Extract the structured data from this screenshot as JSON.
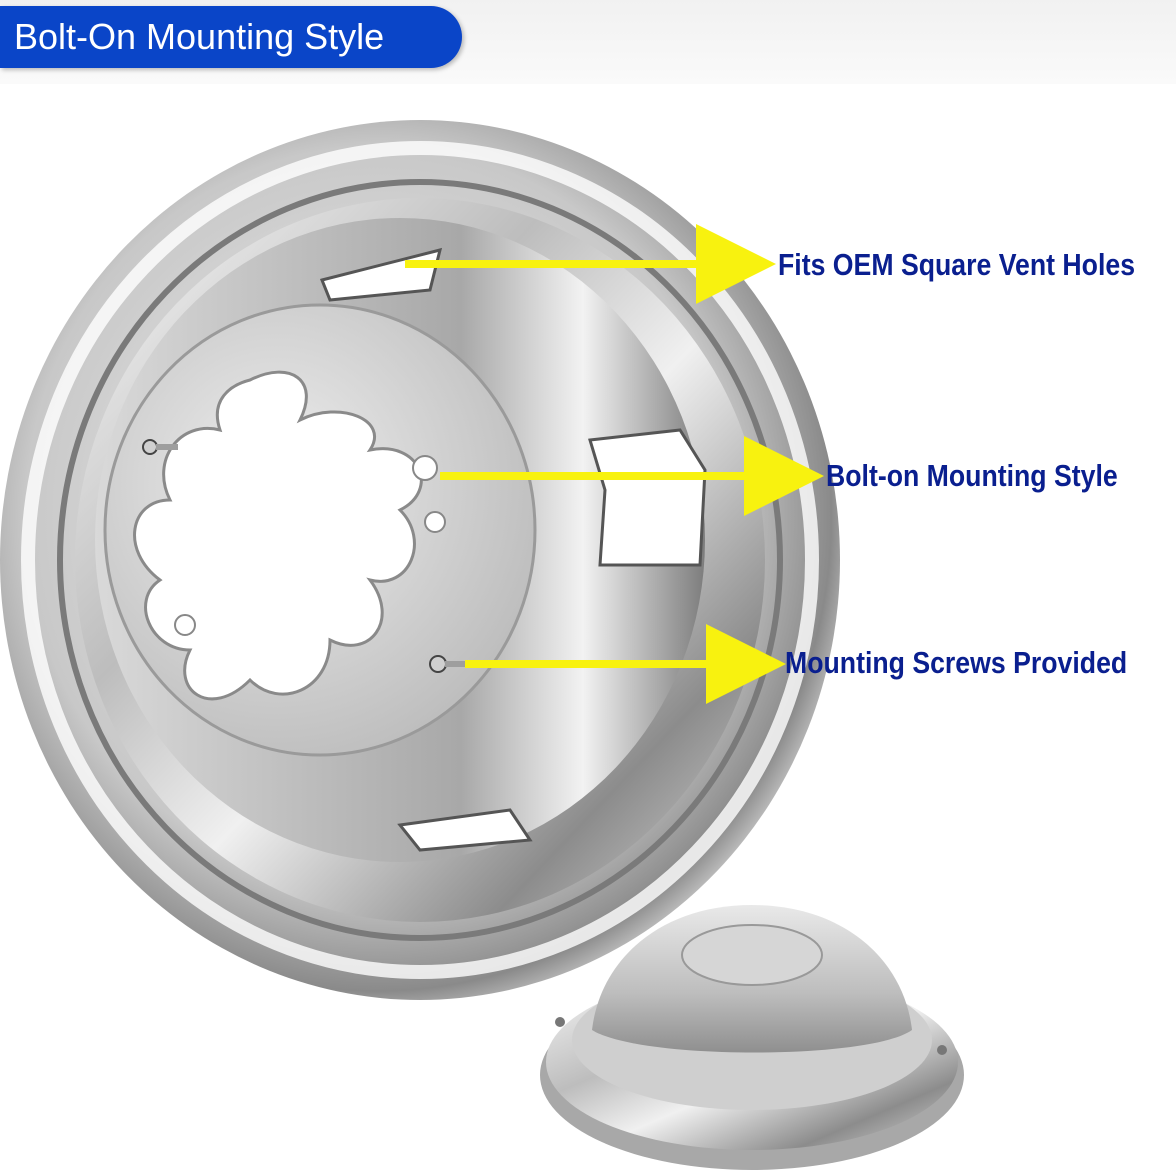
{
  "banner": {
    "title": "Bolt-On Mounting Style",
    "color": "#0a45c8"
  },
  "callouts": [
    {
      "label": "Fits OEM Square Vent Holes"
    },
    {
      "label": "Bolt-on Mounting Style"
    },
    {
      "label": "Mounting Screws Provided"
    }
  ],
  "colors": {
    "arrow": "#f8f20f",
    "callout_text": "#0a1f8f"
  },
  "icons": {
    "wheel": "wheel-simulator-icon",
    "hub_cap": "hub-cap-icon"
  }
}
